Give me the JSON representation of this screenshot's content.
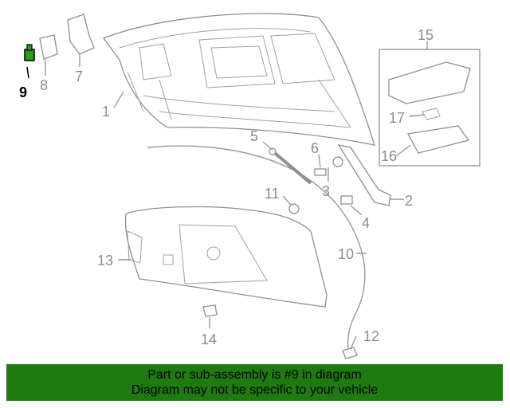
{
  "callouts": {
    "c1": "1",
    "c2": "2",
    "c3": "3",
    "c4": "4",
    "c5": "5",
    "c6": "6",
    "c7": "7",
    "c8": "8",
    "c9": "9",
    "c10": "10",
    "c11": "11",
    "c12": "12",
    "c13": "13",
    "c14": "14",
    "c15": "15",
    "c16": "16",
    "c17": "17"
  },
  "highlighted_part": "9",
  "banner": {
    "line1": "Part or sub-assembly is #9 in diagram",
    "line2": "Diagram may not be specific to your vehicle"
  },
  "colors": {
    "banner_bg": "#1f7a10",
    "highlight_part": "#2e9e1a",
    "line_art": "#8f8f8f"
  }
}
